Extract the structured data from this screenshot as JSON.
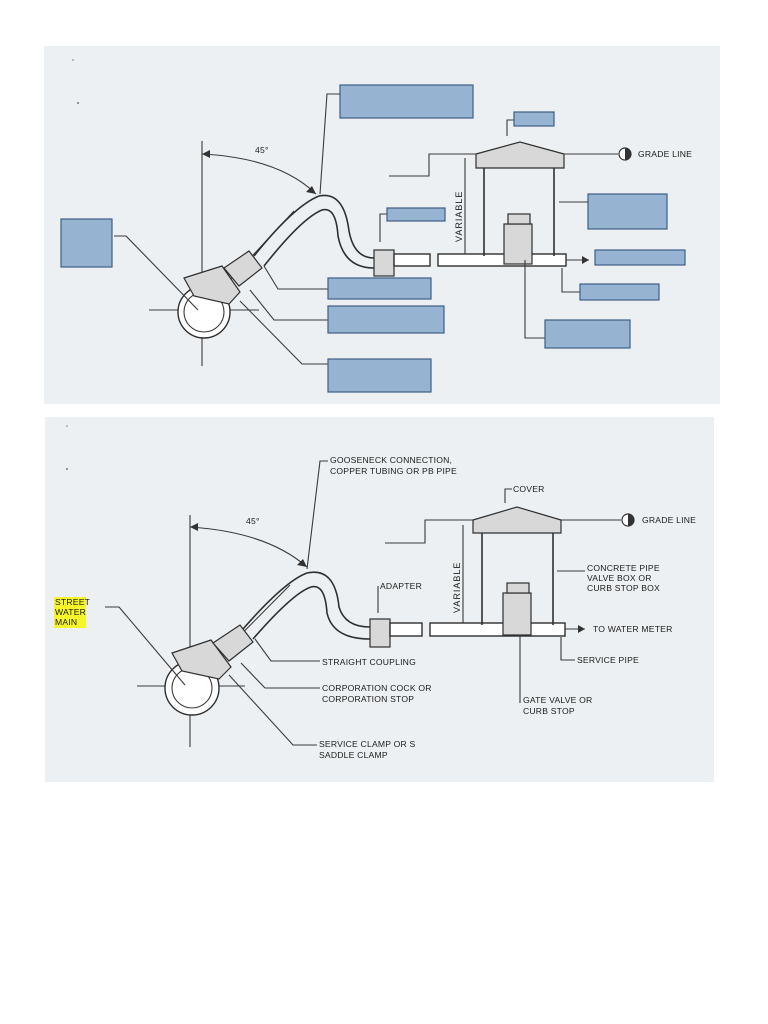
{
  "top_diagram": {
    "angle_label": "45°",
    "grade_line": "GRADE LINE",
    "variable": "VARIABLE"
  },
  "bottom_diagram": {
    "angle_label": "45°",
    "grade_line": "GRADE LINE",
    "variable": "VARIABLE",
    "labels": {
      "gooseneck_1": "GOOSENECK CONNECTION,",
      "gooseneck_2": "COPPER TUBING OR PB PIPE",
      "cover": "COVER",
      "concrete_1": "CONCRETE PIPE",
      "concrete_2": "VALVE BOX OR",
      "concrete_3": "CURB STOP BOX",
      "adapter": "ADAPTER",
      "to_water_meter": "TO WATER METER",
      "service_pipe": "SERVICE PIPE",
      "gate_valve_1": "GATE VALVE OR",
      "gate_valve_2": "CURB STOP",
      "straight_coupling": "STRAIGHT COUPLING",
      "corp_cock_1": "CORPORATION COCK OR",
      "corp_cock_2": "CORPORATION STOP",
      "service_clamp_1": "SERVICE CLAMP OR S",
      "service_clamp_2": "SADDLE CLAMP",
      "street_1": "STREET",
      "street_2": "WATER",
      "street_3": "MAIN"
    }
  },
  "colors": {
    "panel_bg": "#edf0f2",
    "blank_fill": "#96b3d1",
    "highlight": "#f5f52a"
  }
}
